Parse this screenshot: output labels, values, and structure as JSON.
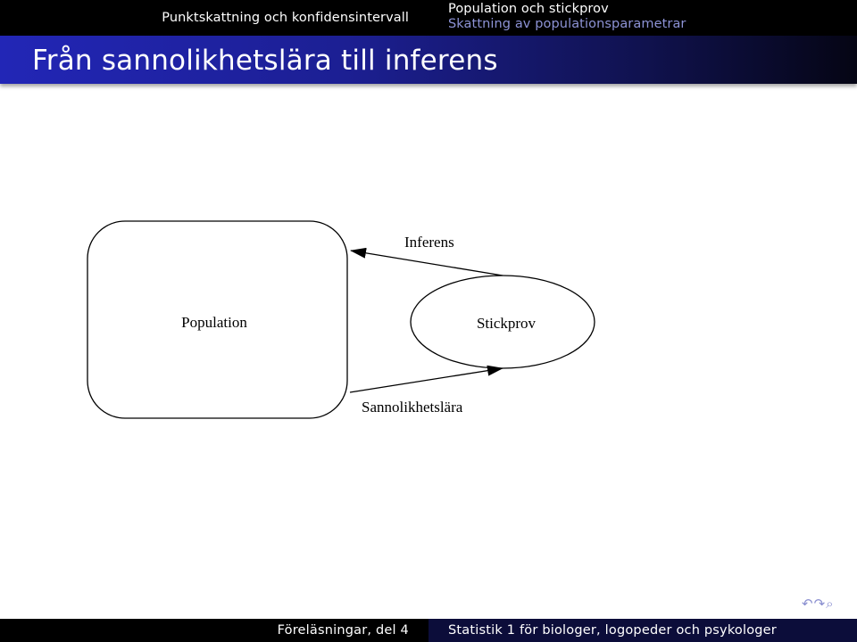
{
  "header": {
    "section": "Punktskattning och konfidensintervall",
    "subsection": "Population och stickprov",
    "subsubsection": "Skattning av populationsparametrar"
  },
  "slide": {
    "title": "Från sannolikhetslära till inferens"
  },
  "diagram": {
    "nodes": {
      "population": "Population",
      "sample": "Stickprov"
    },
    "edges": {
      "inference": "Inferens",
      "probability": "Sannolikhetslära"
    },
    "stroke_color": "#000000"
  },
  "navigation": {
    "icons": [
      "back-icon",
      "forward-icon",
      "search-icon"
    ],
    "symbols": "↶↷⌕"
  },
  "footer": {
    "left": "Föreläsningar, del 4",
    "right": "Statistik 1 för biologer, logopeder och psykologer"
  },
  "colors": {
    "title_gradient_start": "#2226b6",
    "title_gradient_end": "#050514",
    "subsub_text": "#8d93d6"
  }
}
